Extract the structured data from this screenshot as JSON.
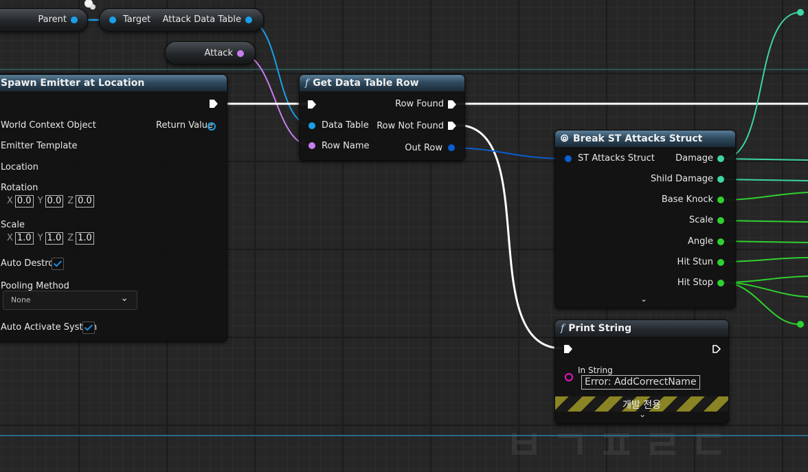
{
  "variables": {
    "parent": {
      "label": "Parent"
    },
    "target": {
      "label": "Target",
      "output": "Attack Data Table"
    },
    "attack": {
      "label": "Attack"
    }
  },
  "spawn_emitter": {
    "title": "Spawn Emitter at Location",
    "pins": {
      "world_context": "World Context Object",
      "return_value": "Return Value",
      "emitter_template": "Emitter Template",
      "location": "Location",
      "rotation": "Rotation",
      "scale": "Scale",
      "auto_destroy": "Auto Destroy",
      "pooling_method": "Pooling Method",
      "auto_activate": "Auto Activate System"
    },
    "rotation": {
      "x_label": "X",
      "y_label": "Y",
      "z_label": "Z",
      "x": "0.0",
      "y": "0.0",
      "z": "0.0"
    },
    "scale": {
      "x_label": "X",
      "y_label": "Y",
      "z_label": "Z",
      "x": "1.0",
      "y": "1.0",
      "z": "1.0"
    },
    "auto_destroy_checked": true,
    "pooling_value": "None",
    "auto_activate_checked": true
  },
  "get_row": {
    "title": "Get Data Table Row",
    "pins": {
      "data_table": "Data Table",
      "row_name": "Row Name",
      "row_found": "Row Found",
      "row_not_found": "Row Not Found",
      "out_row": "Out Row"
    }
  },
  "break_struct": {
    "title": "Break ST Attacks Struct",
    "input": "ST Attacks Struct",
    "outputs": [
      "Damage",
      "Shild Damage",
      "Base Knock",
      "Scale",
      "Angle",
      "Hit Stun",
      "Hit Stop"
    ]
  },
  "print_string": {
    "title": "Print String",
    "in_string_label": "In String",
    "in_string_value": "Error: AddCorrectName",
    "dev_only": "개발 전용"
  },
  "icons": [
    "function-icon",
    "struct-break-icon",
    "chevron-down-icon",
    "dropdown-chevron-icon",
    "exec-pin-icon"
  ],
  "colors": {
    "exec": "#ffffff",
    "object": "#1aa0e8",
    "name": "#c87ef0",
    "struct": "#0a5fd1",
    "float": "#3ed6a3",
    "integer": "#2fd12f",
    "string": "#ee13c9",
    "header_function": "#2f4b60"
  }
}
